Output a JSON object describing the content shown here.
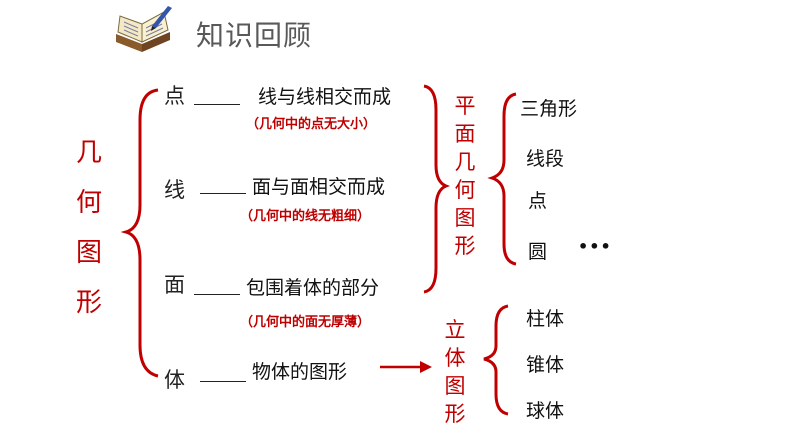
{
  "header": {
    "title": "知识回顾",
    "icon": "book-quill-icon"
  },
  "root": {
    "chars": [
      "几",
      "何",
      "图",
      "形"
    ]
  },
  "elements": [
    {
      "name": "点",
      "relation": "线与线相交而成",
      "note": "（几何中的点无大小）"
    },
    {
      "name": "线",
      "relation": "面与面相交而成",
      "note": "（几何中的线无粗细）"
    },
    {
      "name": "面",
      "relation": "包围着体的部分",
      "note": "（几何中的面无厚薄）"
    },
    {
      "name": "体",
      "relation": "物体的图形",
      "note": ""
    }
  ],
  "plane": {
    "chars": [
      "平",
      "面",
      "几",
      "何",
      "图",
      "形"
    ],
    "examples": [
      "三角形",
      "线段",
      "点",
      "圆"
    ],
    "more": "•••"
  },
  "solid": {
    "chars": [
      "立",
      "体",
      "图",
      "形"
    ],
    "examples": [
      "柱体",
      "锥体",
      "球体"
    ]
  },
  "colors": {
    "accent": "#c00000",
    "title": "#595959",
    "text": "#111111"
  }
}
